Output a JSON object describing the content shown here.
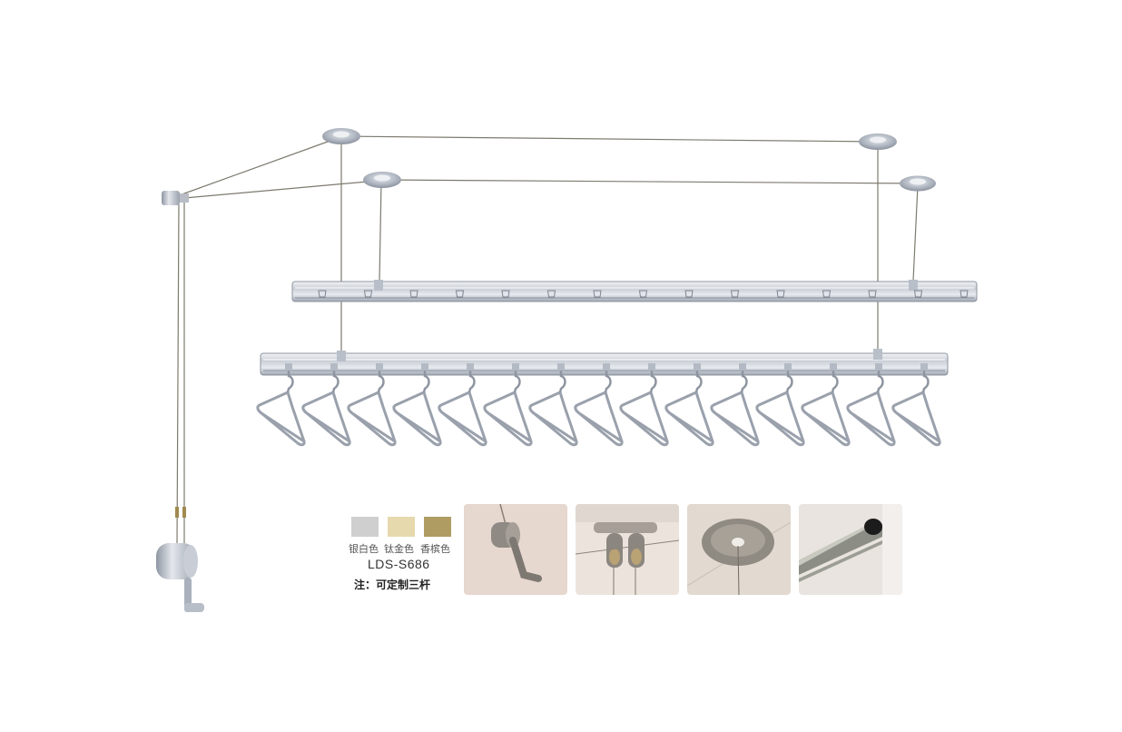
{
  "product": {
    "model": "LDS-S686",
    "note": "注：可定制三杆"
  },
  "colors": [
    {
      "label": "银白色",
      "hex": "#cfcfcf"
    },
    {
      "label": "钛金色",
      "hex": "#e6d9ae"
    },
    {
      "label": "香槟色",
      "hex": "#ae9c63"
    }
  ],
  "detail_photos": [
    {
      "name": "crank-handle-detail-icon"
    },
    {
      "name": "pulley-mount-detail-icon"
    },
    {
      "name": "ceiling-disc-detail-icon"
    },
    {
      "name": "rail-profile-detail-icon"
    }
  ]
}
